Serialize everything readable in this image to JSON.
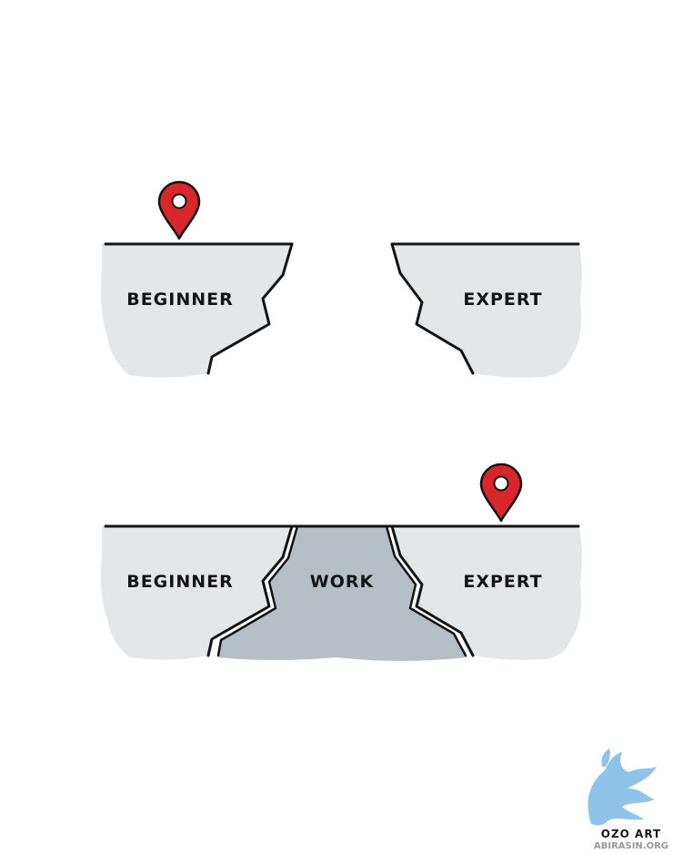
{
  "scene_top": {
    "left_cliff_label": "BEGINNER",
    "right_cliff_label": "EXPERT",
    "pin_location": "beginner"
  },
  "scene_bottom": {
    "left_cliff_label": "BEGINNER",
    "bridge_label": "WORK",
    "right_cliff_label": "EXPERT",
    "pin_location": "expert"
  },
  "watermark": {
    "brand": "OZO ART",
    "site": "ABIRASIN.ORG",
    "icon": "bird-logo-icon"
  },
  "colors": {
    "cliff_fill": "#e3e7ea",
    "bridge_fill": "#b6bfc6",
    "outline": "#141414",
    "pin_red": "#d8262c",
    "logo_blue": "#8ec4ea"
  }
}
